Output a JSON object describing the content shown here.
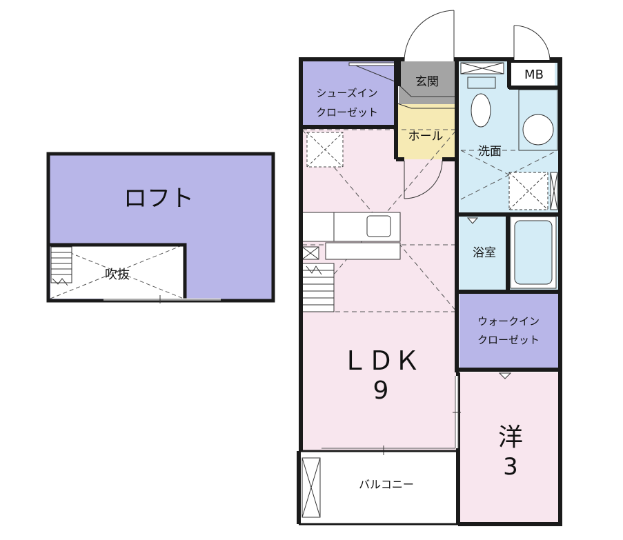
{
  "rooms": {
    "loft": "ロフト",
    "fukinuke": "吹抜",
    "shoes_closet_line1": "シューズイン",
    "shoes_closet_line2": "クローゼット",
    "genkan": "玄関",
    "mb": "MB",
    "hall": "ホール",
    "senmen": "洗面",
    "yokushitsu": "浴室",
    "walkin_line1": "ウォークイン",
    "walkin_line2": "クローゼット",
    "ldk": "ＬＤＫ",
    "ldk_size": "9",
    "yo": "洋",
    "yo_size": "3",
    "balcony": "バルコニー"
  },
  "colors": {
    "wall": "#1a1a1a",
    "loft": "#b8b6e8",
    "closet": "#b8b6e8",
    "genkan": "#a4a4a4",
    "hall": "#f6eab4",
    "wet_area": "#d4ecf6",
    "ldk": "#f8e6ee",
    "yo": "#f8e6ee",
    "balcony": "#ffffff"
  }
}
